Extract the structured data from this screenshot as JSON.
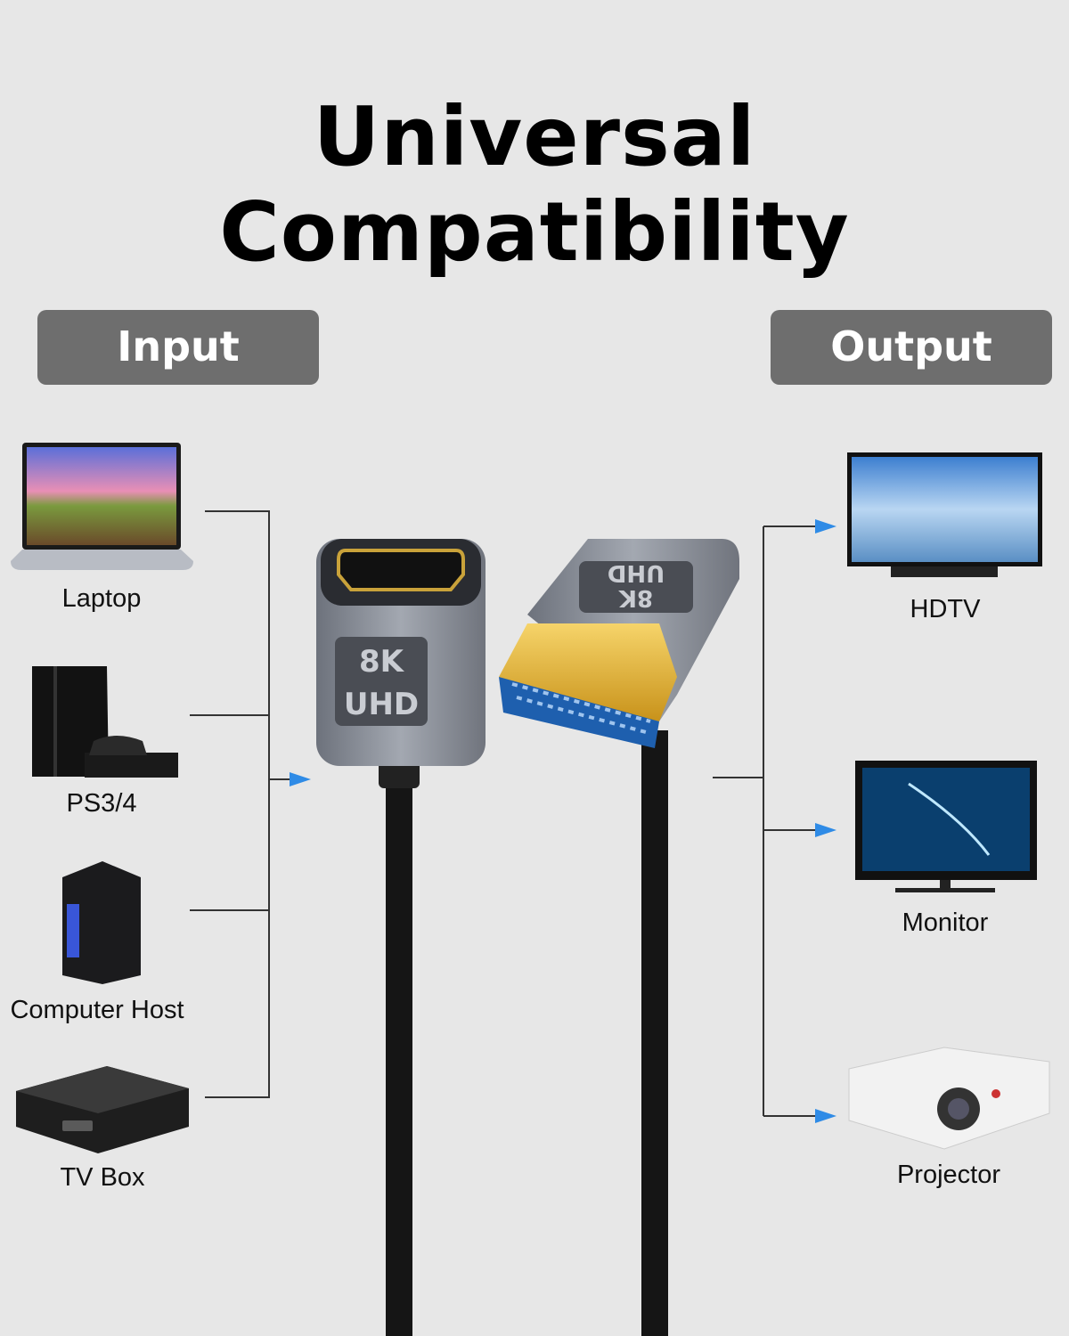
{
  "title": "Universal Compatibility",
  "input": {
    "label": "Input",
    "devices": [
      {
        "name": "Laptop",
        "icon": "laptop-icon"
      },
      {
        "name": "PS3/4",
        "icon": "game-console-icon"
      },
      {
        "name": "Computer Host",
        "icon": "desktop-tower-icon"
      },
      {
        "name": "TV Box",
        "icon": "tv-box-icon"
      }
    ]
  },
  "output": {
    "label": "Output",
    "devices": [
      {
        "name": "HDTV",
        "icon": "tv-icon"
      },
      {
        "name": "Monitor",
        "icon": "monitor-icon"
      },
      {
        "name": "Projector",
        "icon": "projector-icon"
      }
    ]
  },
  "product": {
    "female_badge": [
      "8K",
      "UHD"
    ],
    "male_badge": [
      "8K",
      "UHD"
    ]
  },
  "colors": {
    "background": "#e7e7e7",
    "pill": "#6e6e6e",
    "arrow": "#2f8be6",
    "gold": "#e3b52c",
    "connector_gray": "#8a8f99"
  }
}
